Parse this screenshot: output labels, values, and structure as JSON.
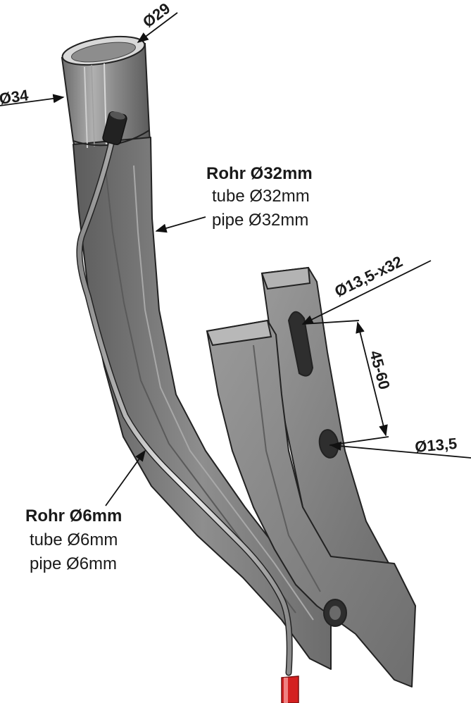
{
  "dimensions": {
    "outer_top_diameter": "Ø29",
    "outer_diameter": "Ø34",
    "slot": "Ø13,5-x32",
    "hole_spacing": "45-60",
    "hole": "Ø13,5"
  },
  "callouts": {
    "main_tube": {
      "line_de": "Rohr Ø32mm",
      "line_en_tube": "tube Ø32mm",
      "line_en_pipe": "pipe Ø32mm"
    },
    "small_tube": {
      "line_de": "Rohr Ø6mm",
      "line_en_tube": "tube Ø6mm",
      "line_en_pipe": "pipe Ø6mm"
    }
  },
  "colors": {
    "metal": "#8c8c8c",
    "metal_dark": "#5e5e5e",
    "metal_light": "#b8b8b8",
    "hose_red": "#d42020",
    "line": "#222222"
  }
}
